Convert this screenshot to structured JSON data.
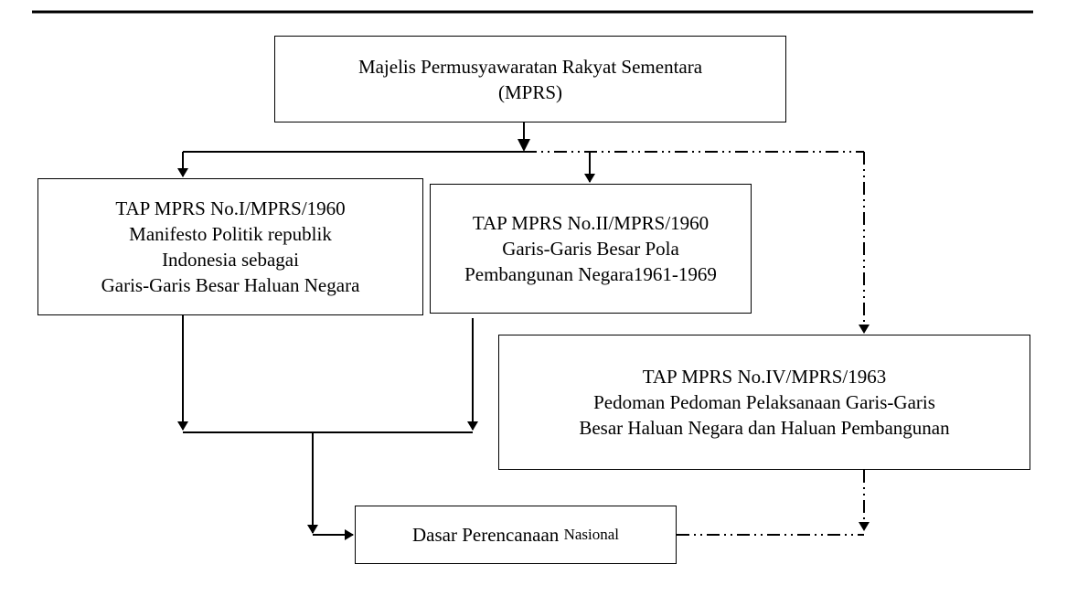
{
  "boxes": {
    "mprs": {
      "line1": "Majelis Permusyawaratan Rakyat  Sementara",
      "line2": "(MPRS)"
    },
    "tap1": {
      "line1": "TAP MPRS No.I/MPRS/1960",
      "line2": "Manifesto Politik republik",
      "line3": "Indonesia sebagai",
      "line4": "Garis-Garis Besar Haluan Negara"
    },
    "tap2": {
      "line1": "TAP MPRS No.II/MPRS/1960",
      "line2": "Garis-Garis Besar Pola",
      "line3": "Pembangunan Negara1961-1969"
    },
    "tap4": {
      "line1": "TAP MPRS No.IV/MPRS/1963",
      "line2": "Pedoman Pedoman Pelaksanaan Garis-Garis",
      "line3": "Besar Haluan Negara dan Haluan Pembangunan"
    },
    "dasar": {
      "part1": "Dasar Perencanaan ",
      "part2": "Nasional"
    }
  },
  "style": {
    "line_color": "#000000",
    "background": "#ffffff"
  }
}
